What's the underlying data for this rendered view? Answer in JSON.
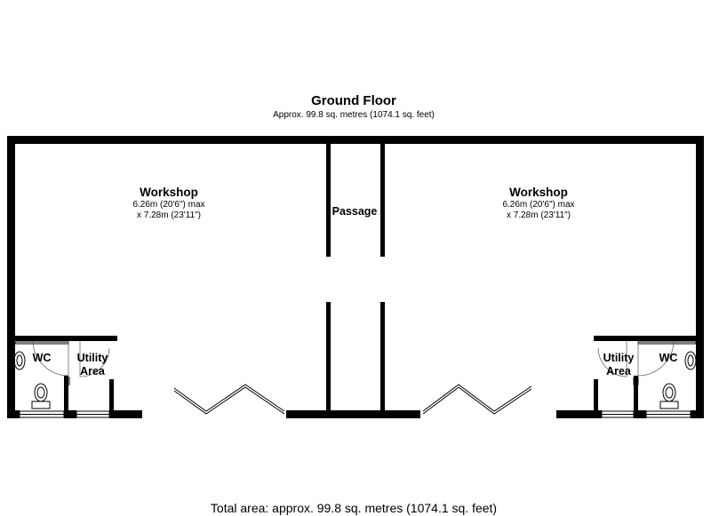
{
  "floor": {
    "title": "Ground Floor",
    "subtitle": "Approx. 99.8 sq. metres (1074.1 sq. feet)"
  },
  "rooms": {
    "workshop_left": {
      "name": "Workshop",
      "dim1": "6.26m (20'6\") max",
      "dim2": "x 7.28m (23'11\")"
    },
    "workshop_right": {
      "name": "Workshop",
      "dim1": "6.26m (20'6\") max",
      "dim2": "x 7.28m (23'11\")"
    },
    "passage": {
      "name": "Passage"
    },
    "wc_left": {
      "name": "WC"
    },
    "utility_left": {
      "line1": "Utility",
      "line2": "Area"
    },
    "wc_right": {
      "name": "WC"
    },
    "utility_right": {
      "line1": "Utility",
      "line2": "Area"
    }
  },
  "footer": {
    "total": "Total area: approx. 99.8 sq. metres (1074.1 sq. feet)"
  }
}
